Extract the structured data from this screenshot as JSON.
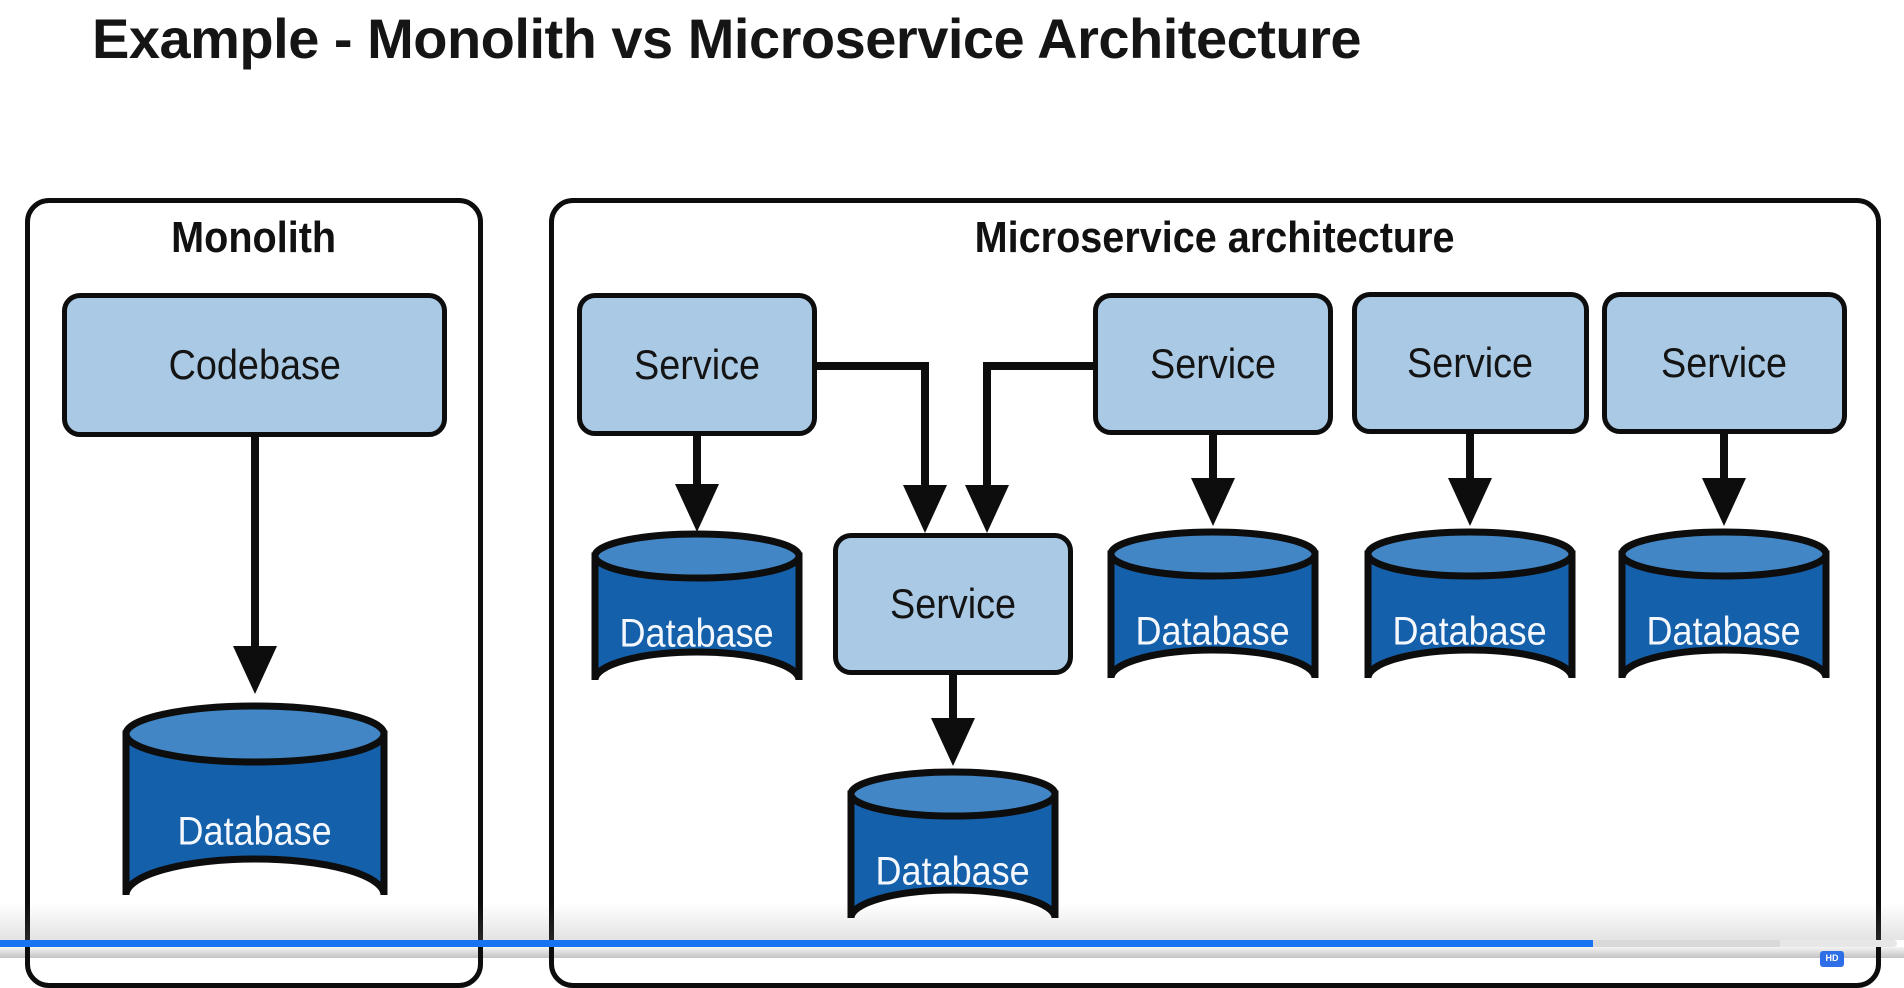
{
  "title": "Example - Monolith vs Microservice Architecture",
  "monolith": {
    "title": "Monolith",
    "codebase": "Codebase",
    "database": "Database"
  },
  "micro": {
    "title": "Microservice architecture",
    "services": [
      "Service",
      "Service",
      "Service",
      "Service",
      "Service"
    ],
    "databases": [
      "Database",
      "Database",
      "Database",
      "Database",
      "Database"
    ]
  },
  "player": {
    "hd_label": "HD",
    "progress_percent": 84
  },
  "colors": {
    "title_color": "#151515",
    "box_fill": "#a9c9e5",
    "box_border": "#0d0d0d",
    "label_text": "#141414",
    "cylinder_body": "#1560ab",
    "cylinder_top": "#4286c5",
    "cylinder_text": "#f4f8fd",
    "progress_blue": "#1673f2",
    "progress_buffered": "#d9d9d9",
    "progress_rest": "#e7e7e7"
  }
}
